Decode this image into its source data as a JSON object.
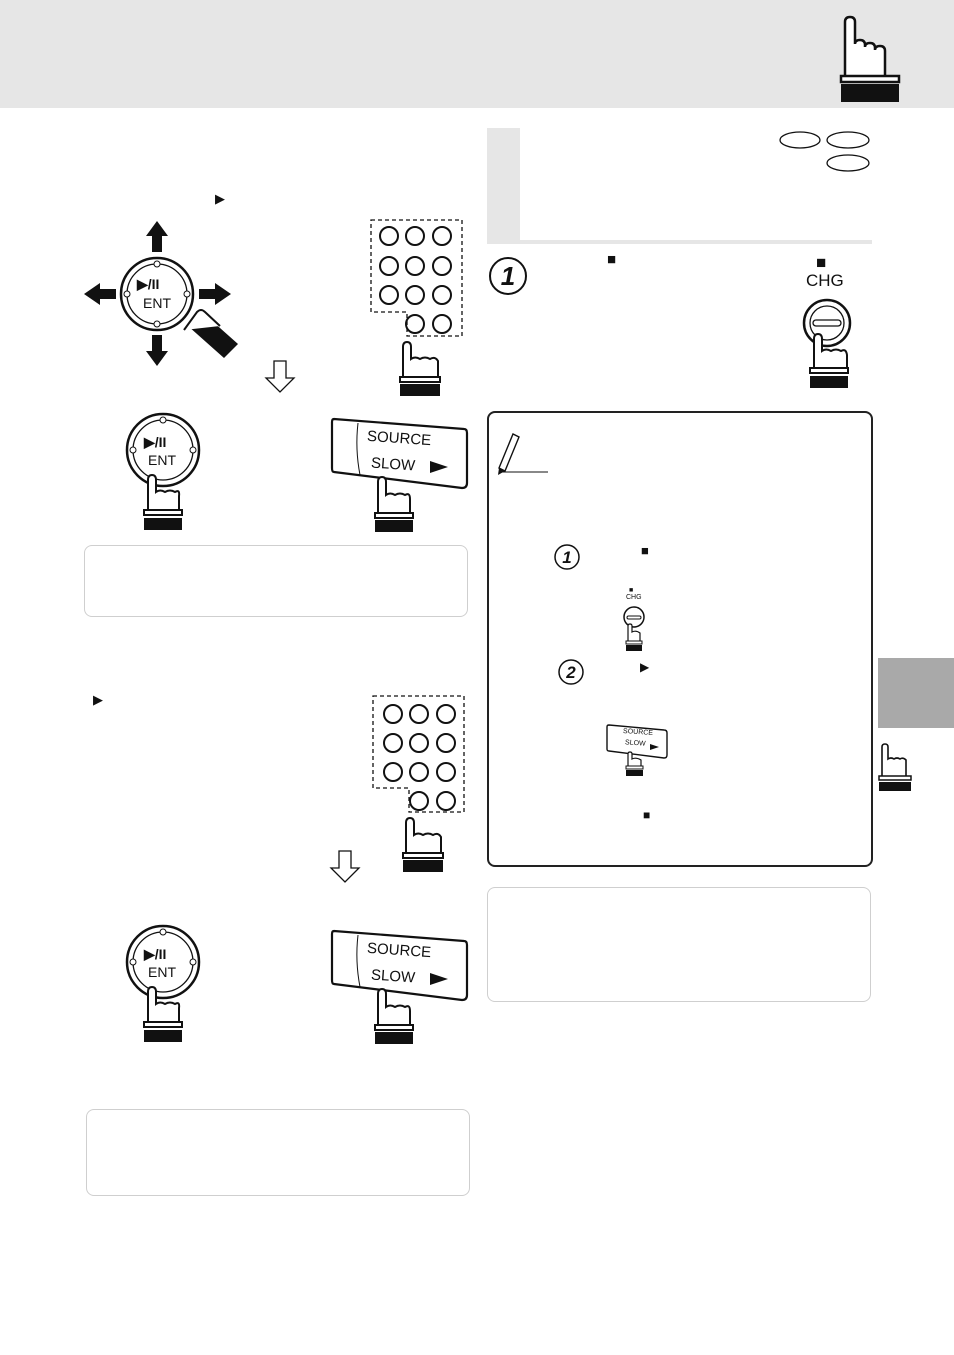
{
  "glyphs": {
    "play": "▶",
    "stop": "■",
    "play_pause": "▶/II"
  },
  "buttons": {
    "ent_label": "ENT",
    "source_label": "SOURCE",
    "slow_label": "SLOW",
    "chg_label": "CHG"
  },
  "steps": {
    "one": "1",
    "two": "2"
  },
  "colors": {
    "header_bg": "#e6e6e6",
    "side_tab": "#a9a9a9",
    "ink": "#111111"
  }
}
